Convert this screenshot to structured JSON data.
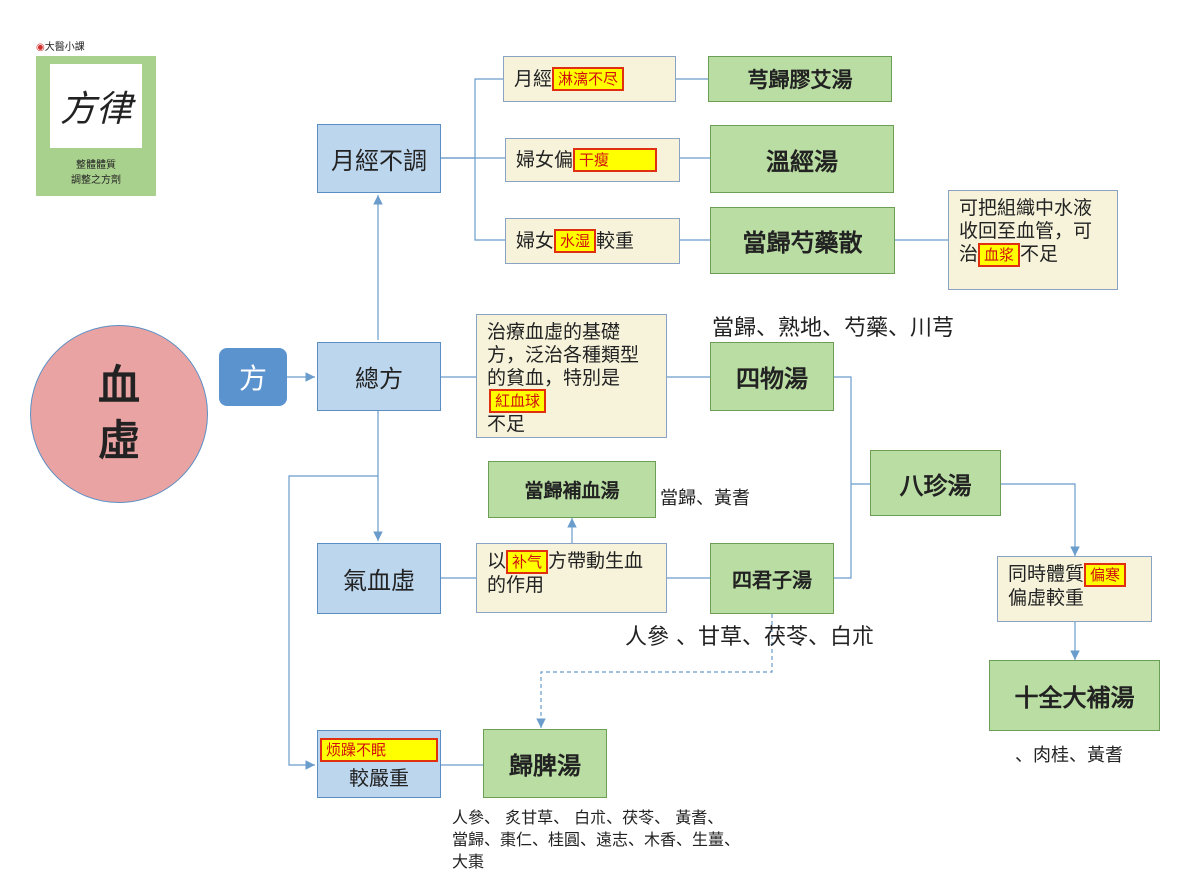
{
  "logo": {
    "brand": "大醫小課",
    "calligraphy": "方律",
    "tagline1": "整體體質",
    "tagline2": "調整之方劑"
  },
  "center": {
    "line1": "血",
    "line2": "虛"
  },
  "fang_tag": "方",
  "categories": {
    "menstrual": "月經不調",
    "general": "總方",
    "qi_blood": "氣血虛",
    "severe_line2": "較嚴重",
    "severe_highlight": "烦躁不眠"
  },
  "conditions": {
    "c1_pre": "月經",
    "c1_hl": "淋漓不尽",
    "c2_pre": "婦女偏",
    "c2_hl": "干瘦",
    "c3_pre": "婦女",
    "c3_hl": "水湿",
    "c3_post": "較重",
    "siwu_text_a": "治療血虛的基礎方，泛治各種類型的貧血，特別是",
    "siwu_hl": "紅血球",
    "siwu_text_b": "不足",
    "qi_pre": "以",
    "qi_hl": "补气",
    "qi_post": "方帶動生血的作用",
    "water_a": "可把組織中水液收回至血管，可治",
    "water_hl": "血浆",
    "water_b": "不足",
    "cold_pre": "同時體質",
    "cold_hl": "偏寒",
    "cold_post": "偏虛較重"
  },
  "formulas": {
    "xionggui": "芎歸膠艾湯",
    "wenjing": "溫經湯",
    "danggui_shaoyao": "當歸芍藥散",
    "siwu": "四物湯",
    "danggui_buxue": "當歸補血湯",
    "sijunzi": "四君子湯",
    "bazhen": "八珍湯",
    "shiquan": "十全大補湯",
    "guipi": "歸脾湯"
  },
  "ingredients": {
    "siwu": "當歸、熟地、芍藥、川芎",
    "buxue": "當歸、黃耆",
    "sijunzi": "人參 、甘草、茯苓、白朮",
    "shiquan": "、肉桂、黃耆",
    "guipi_1": "人參、 炙甘草、 白朮、茯苓、 黃耆、",
    "guipi_2": "當歸、棗仁、桂圓、遠志、木香、生薑、",
    "guipi_3": "大棗"
  },
  "colors": {
    "blue_fill": "#bcd6ee",
    "green_fill": "#b9dda2",
    "cream_fill": "#f6f3da",
    "circle_fill": "#eaa3a3",
    "highlight": "#ffff00",
    "highlight_border": "#e03010",
    "connector": "#6a9ccc"
  }
}
